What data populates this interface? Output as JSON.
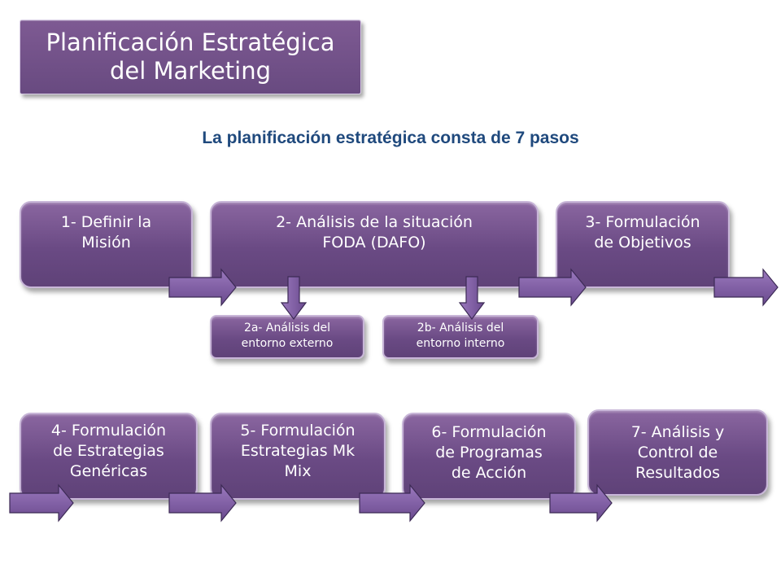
{
  "title": "Planificación Estratégica\ndel Marketing",
  "subtitle": "La planificación estratégica consta de 7 pasos",
  "steps": {
    "s1": "1- Definir la\nMisión",
    "s2": "2- Análisis de la situación\nFODA (DAFO)",
    "s3": "3- Formulación\nde Objetivos",
    "s2a": "2a- Análisis del\nentorno externo",
    "s2b": "2b- Análisis del\nentorno interno",
    "s4": "4- Formulación\nde Estrategias\nGenéricas",
    "s5": "5- Formulación\nEstrategias Mk\nMix",
    "s6": "6- Formulación\nde Programas\nde Acción",
    "s7": "7- Análisis y\nControl de\nResultados"
  },
  "colors": {
    "box_fill": "#6a4a84",
    "box_border": "#c8b6d8",
    "subtitle": "#1f497d",
    "arrow_fill": "#7a57a0",
    "arrow_stroke": "#3c2a55"
  }
}
